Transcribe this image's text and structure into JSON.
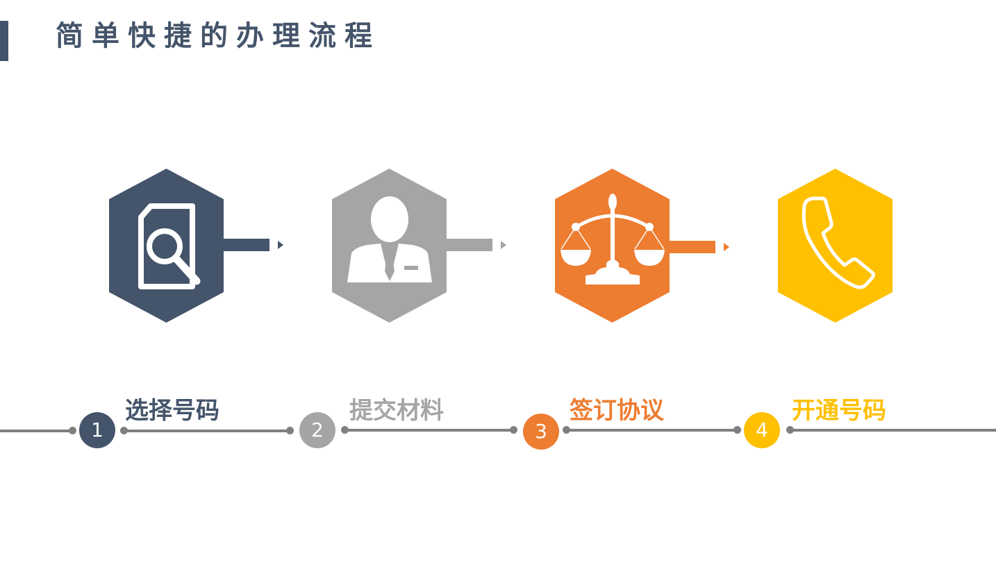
{
  "title": "简单快捷的办理流程",
  "colors": {
    "navy": "#44546A",
    "gray": "#A5A5A5",
    "orange": "#ED7D31",
    "yellow": "#FFC000",
    "line": "#7F7F7F"
  },
  "steps": [
    {
      "number": "1",
      "label": "选择号码",
      "icon": "document-search-icon",
      "color": "#44546A"
    },
    {
      "number": "2",
      "label": "提交材料",
      "icon": "businessman-icon",
      "color": "#A5A5A5"
    },
    {
      "number": "3",
      "label": "签订协议",
      "icon": "scales-icon",
      "color": "#ED7D31"
    },
    {
      "number": "4",
      "label": "开通号码",
      "icon": "phone-icon",
      "color": "#FFC000"
    }
  ]
}
